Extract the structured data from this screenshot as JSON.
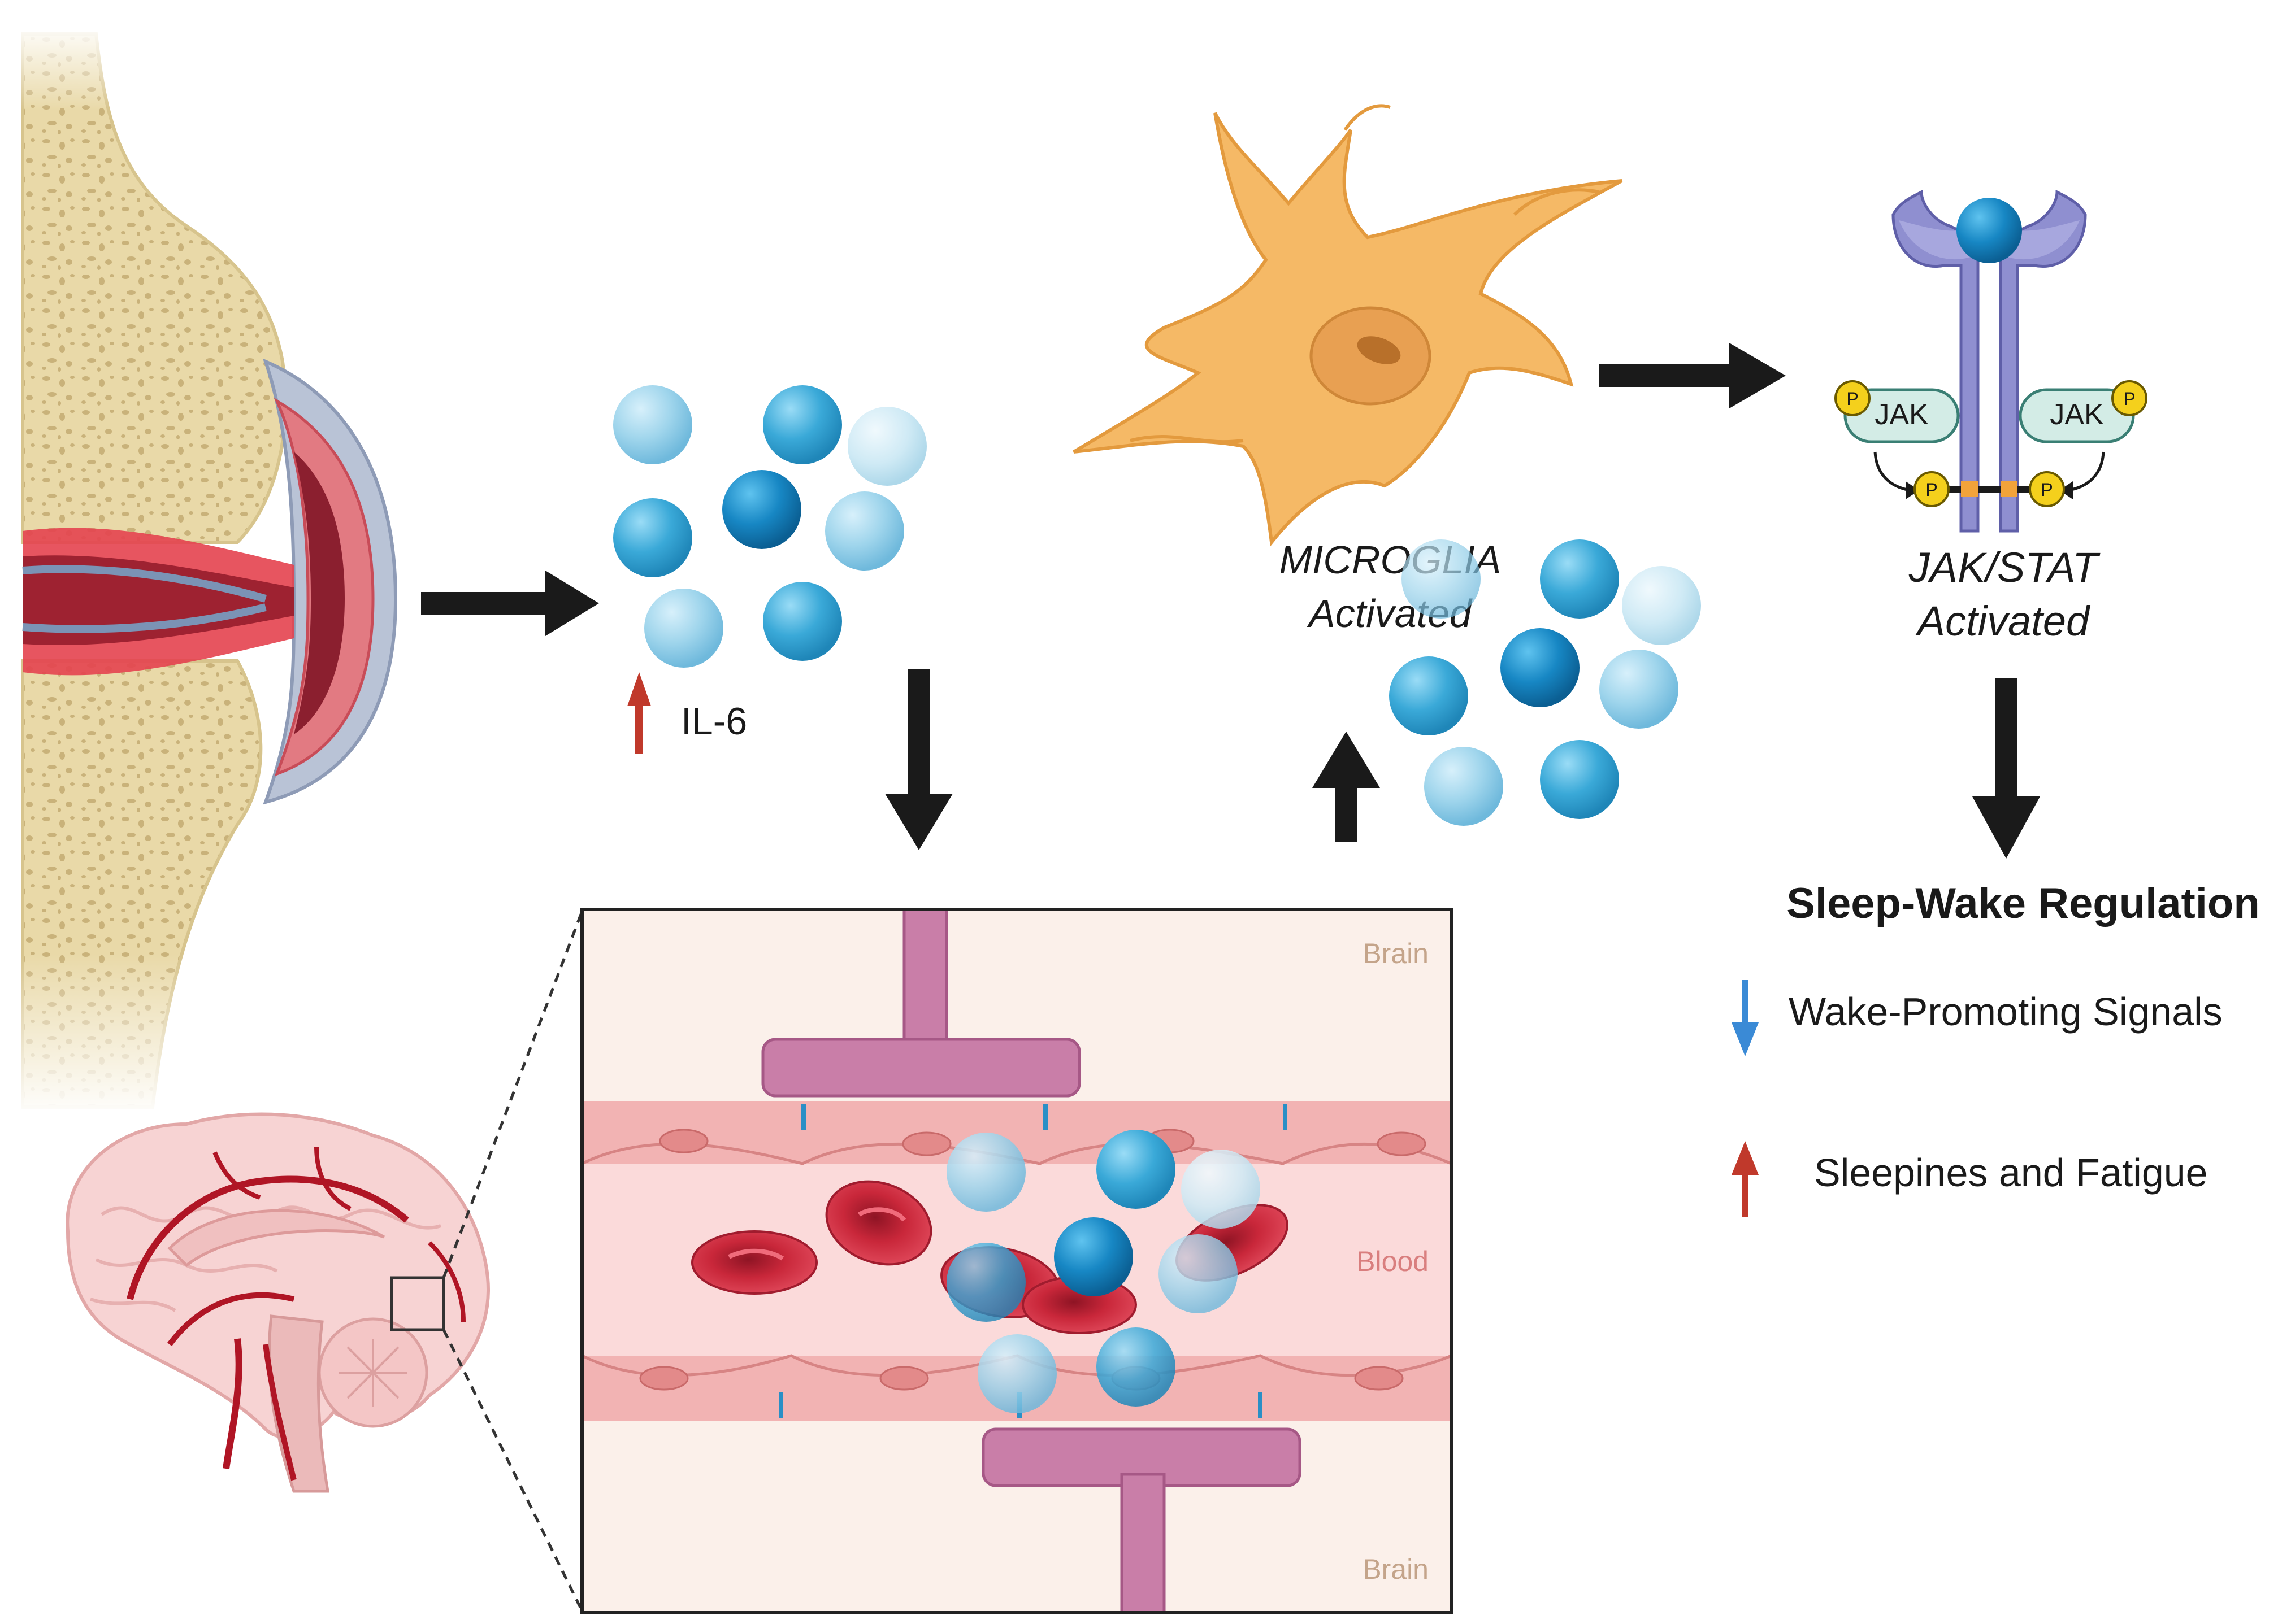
{
  "labels": {
    "il6": "IL-6",
    "microglia_line1": "MICROGLIA",
    "microglia_line2": "Activated",
    "jakstat_line1": "JAK/STAT",
    "jakstat_line2": "Activated",
    "jak_left": "JAK",
    "jak_right": "JAK",
    "phospho": "P",
    "brain_top": "Brain",
    "blood": "Blood",
    "brain_bottom": "Brain",
    "regulation_title": "Sleep-Wake Regulation",
    "wake_signals": "Wake-Promoting Signals",
    "sleepiness": "Sleepines and Fatigue"
  },
  "colors": {
    "arrow_dark": "#1a1a1a",
    "arrow_up_red": "#c0392b",
    "arrow_down_blue": "#3a8ad6",
    "bone": "#e8d8a6",
    "inflamed": "#d9454f",
    "cytokine_dark": "#1787c4",
    "cytokine_mid": "#3aa9d8",
    "cytokine_light": "#8fcde8",
    "microglia": "#f2b765",
    "receptor": "#8f8fd0",
    "neuron_terminal": "#c97ea8",
    "vessel": "#f4b8b8",
    "rbc": "#c9273a"
  }
}
